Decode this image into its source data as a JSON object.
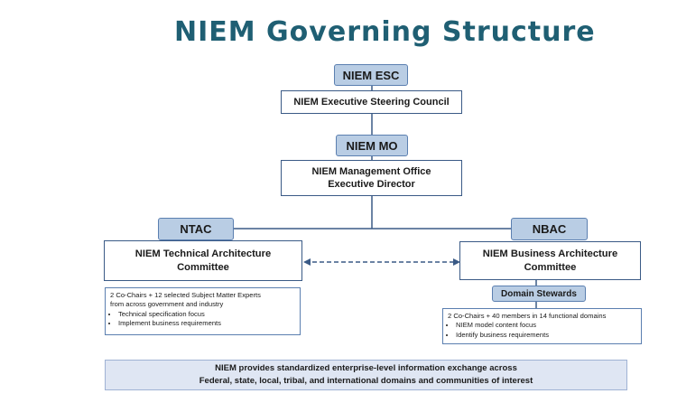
{
  "title": "NIEM Governing Structure",
  "esc": {
    "tag": "NIEM ESC",
    "name": "NIEM Executive Steering Council"
  },
  "mo": {
    "tag": "NIEM MO",
    "line1": "NIEM Management Office",
    "line2": "Executive Director"
  },
  "ntac": {
    "tag": "NTAC",
    "line1": "NIEM Technical Architecture",
    "line2": "Committee",
    "note_intro1": "2 Co-Chairs + 12 selected Subject Matter Experts",
    "note_intro2": "from across government and industry",
    "note_items": [
      "Technical specification focus",
      "Implement business requirements"
    ]
  },
  "nbac": {
    "tag": "NBAC",
    "line1": "NIEM Business Architecture",
    "line2": "Committee",
    "sub_tag": "Domain Stewards",
    "note_intro": "2 Co-Chairs + 40 members in 14 functional domains",
    "note_items": [
      "NIEM model content focus",
      "Identify business requirements"
    ]
  },
  "banner": {
    "line1": "NIEM provides standardized enterprise-level information exchange across",
    "line2": "Federal, state, local, tribal, and international domains and communities of interest"
  },
  "colors": {
    "title": "#1f5f73",
    "tag_fill": "#b9cde4",
    "tag_border": "#5b7fb0",
    "box_border": "#3a5a86",
    "banner_fill": "#dfe6f3"
  }
}
